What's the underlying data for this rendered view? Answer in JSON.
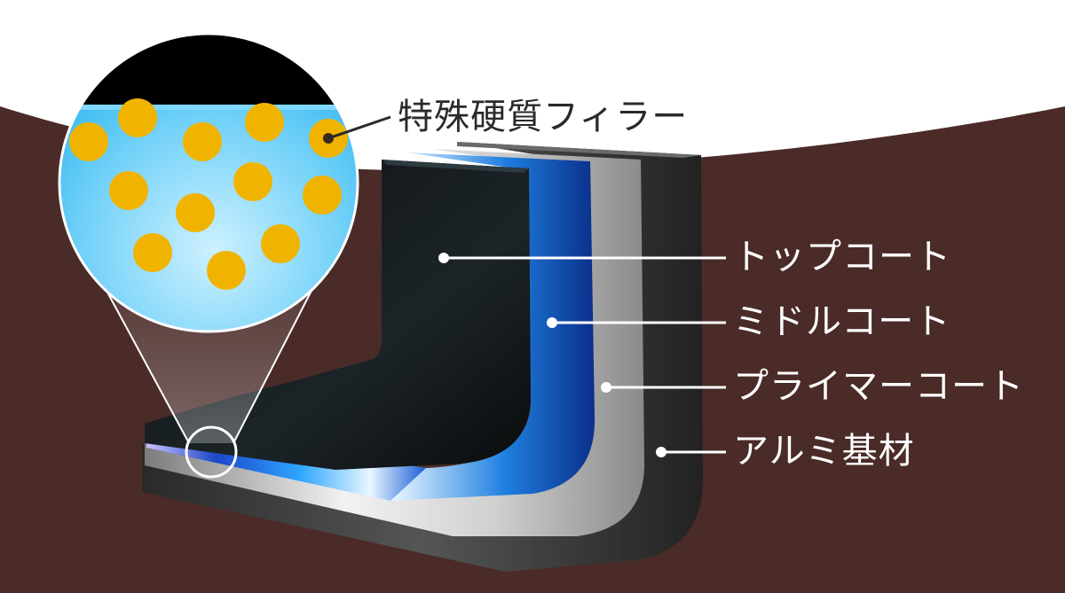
{
  "filler_label": "特殊硬質フィラー",
  "layers": [
    {
      "label": "トップコート"
    },
    {
      "label": "ミドルコート"
    },
    {
      "label": "プライマーコート"
    },
    {
      "label": "アルミ基材"
    }
  ],
  "colors": {
    "background_dark": "#4a2b28",
    "background_light": "#ffffff",
    "top_coat": "#15181a",
    "middle_coat": "#1f8fe6",
    "primer_coat": "#cfcfcf",
    "aluminum_base": "#3a3a3a",
    "filler_particle": "#f0b400",
    "leader_line": "#ffffff"
  }
}
